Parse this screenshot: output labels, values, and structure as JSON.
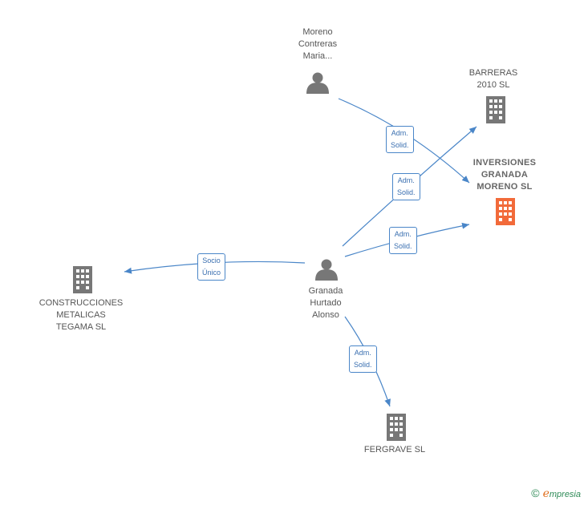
{
  "nodes": {
    "moreno": {
      "lines": [
        "Moreno",
        "Contreras",
        "Maria..."
      ],
      "type": "person"
    },
    "granada": {
      "lines": [
        "Granada",
        "Hurtado",
        "Alonso"
      ],
      "type": "person"
    },
    "barreras": {
      "lines": [
        "BARRERAS",
        "2010 SL"
      ],
      "type": "company"
    },
    "inversiones": {
      "lines": [
        "INVERSIONES",
        "GRANADA",
        "MORENO  SL"
      ],
      "type": "company-highlight"
    },
    "construcciones": {
      "lines": [
        "CONSTRUCCIONES",
        "METALICAS",
        "TEGAMA  SL"
      ],
      "type": "company"
    },
    "fergrave": {
      "lines": [
        "FERGRAVE  SL"
      ],
      "type": "company"
    }
  },
  "edges": [
    {
      "from": "moreno",
      "to": "inversiones",
      "label": [
        "Adm.",
        "Solid."
      ]
    },
    {
      "from": "granada",
      "to": "barreras",
      "label": [
        "Adm.",
        "Solid."
      ]
    },
    {
      "from": "granada",
      "to": "inversiones",
      "label": [
        "Adm.",
        "Solid."
      ]
    },
    {
      "from": "granada",
      "to": "construcciones",
      "label": [
        "Socio",
        "Único"
      ]
    },
    {
      "from": "granada",
      "to": "fergrave",
      "label": [
        "Adm.",
        "Solid."
      ]
    }
  ],
  "colors": {
    "edge": "#4a86c8",
    "person_icon": "#777777",
    "company_icon": "#777777",
    "highlight_icon": "#f26a3a"
  },
  "copyright": {
    "symbol": "©",
    "brand_initial": "e",
    "brand_rest": "mpresia"
  }
}
